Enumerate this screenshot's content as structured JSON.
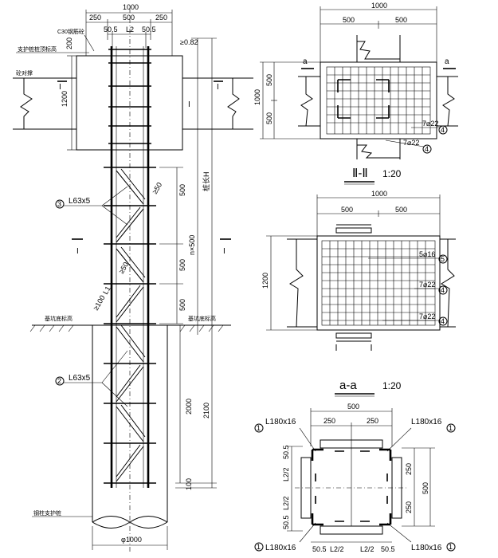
{
  "left_elevation": {
    "top_dims": [
      "1000",
      "250",
      "500",
      "250",
      "50.5",
      "L2",
      "50.5"
    ],
    "cap_concrete": "C30钢筋砼",
    "cap_top_note": "支护桩桩顶标高",
    "cap_left_note": "砼对撑",
    "cap_height": "1200",
    "cap_top_dim": "200",
    "cap_right_dim": "≥0.82",
    "section_mark": "I",
    "brace_angle_upper": "L63x5",
    "brace_angle_lower": "L63x5",
    "callout_upper": "3",
    "callout_lower": "2",
    "spacing_upper_1": "500",
    "spacing_upper_2": "500",
    "spacing_mid": "500",
    "diag_label_1": "≥50",
    "diag_label_2": "≥50",
    "diag_label_3": "L1",
    "diag_label_4": "≥100",
    "total_length": "n×500",
    "total_label": "桩长H",
    "embed_length": "2000",
    "embed_length_outer": "2100",
    "bottom_dim": "100",
    "excavation_note": "基坑底标高",
    "pile_note": "钢柱支护桩",
    "pile_diameter": "φ1000"
  },
  "section_II": {
    "title": "Ⅱ-Ⅱ",
    "scale": "1:20",
    "dims": [
      "1000",
      "500",
      "500"
    ],
    "height_dims": [
      "1000",
      "500",
      "500"
    ],
    "section_mark": "a",
    "rebars": [
      {
        "label": "7⌀22",
        "callout": "4"
      },
      {
        "label": "7⌀22",
        "callout": "4"
      }
    ]
  },
  "section_a": {
    "title": "a-a",
    "scale": "1:20",
    "dims": [
      "1000",
      "500",
      "500"
    ],
    "height_dim": "1200",
    "rebars": [
      {
        "label": "5⌀16",
        "callout": "5"
      },
      {
        "label": "7⌀22",
        "callout": "4"
      },
      {
        "label": "7⌀22",
        "callout": "4"
      }
    ]
  },
  "section_I": {
    "top_dims": [
      "500",
      "250",
      "250"
    ],
    "angles": [
      "L180x16",
      "L180x16",
      "L180x16",
      "L180x16"
    ],
    "callout": "1",
    "left_dims": [
      "50.5",
      "L2/2",
      "L2/2",
      "50.5"
    ],
    "right_dims": [
      "250",
      "500",
      "250"
    ],
    "bottom_dims": [
      "50.5",
      "L2/2",
      "L2/2",
      "50.5"
    ]
  }
}
